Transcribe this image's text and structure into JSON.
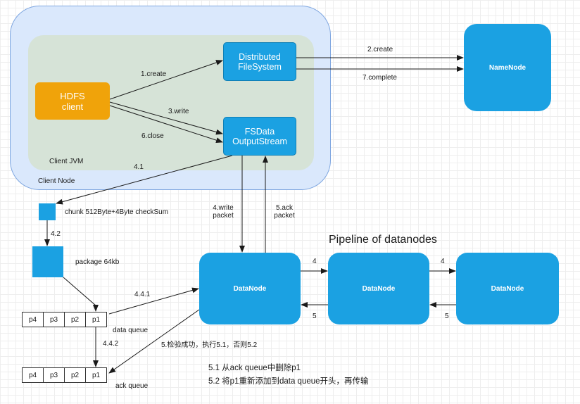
{
  "containers": {
    "client_node": "Client Node",
    "client_jvm": "Client JVM"
  },
  "nodes": {
    "hdfs_client": "HDFS\nclient",
    "distributed_fs": "Distributed\nFileSystem",
    "fsdata_output": "FSData\nOutputStream",
    "namenode": "NameNode",
    "datanodes": [
      "DataNode",
      "DataNode",
      "DataNode"
    ]
  },
  "edges": {
    "create1": "1.create",
    "create2": "2.create",
    "complete7": "7.complete",
    "write3": "3.write",
    "close6": "6.close",
    "step41": "4.1",
    "step42": "4.2",
    "write_packet": "4.write\npacket",
    "ack_packet": "5.ack\npacket",
    "step441": "4.4.1",
    "step442": "4.4.2",
    "check": "5.检验成功，执行5.1，否则5.2",
    "fwd1": "4",
    "fwd2": "4",
    "back1": "5",
    "back2": "5"
  },
  "labels": {
    "chunk": "chunk 512Byte+4Byte checkSum",
    "package": "package 64kb",
    "data_queue": "data queue",
    "ack_queue": "ack queue",
    "pipeline_title": "Pipeline of datanodes",
    "note1": "5.1 从ack queue中删除p1",
    "note2": "5.2 将p1重新添加到data queue开头，再传输"
  },
  "queues": {
    "data_queue_cells": [
      "p4",
      "p3",
      "p2",
      "p1"
    ],
    "ack_queue_cells": [
      "p4",
      "p3",
      "p2",
      "p1"
    ]
  },
  "colors": {
    "node_blue": "#1ba1e2",
    "client_orange": "#f0a30a",
    "client_node_fill": "#dae8fc",
    "jvm_fill": "#d5e2d0"
  }
}
